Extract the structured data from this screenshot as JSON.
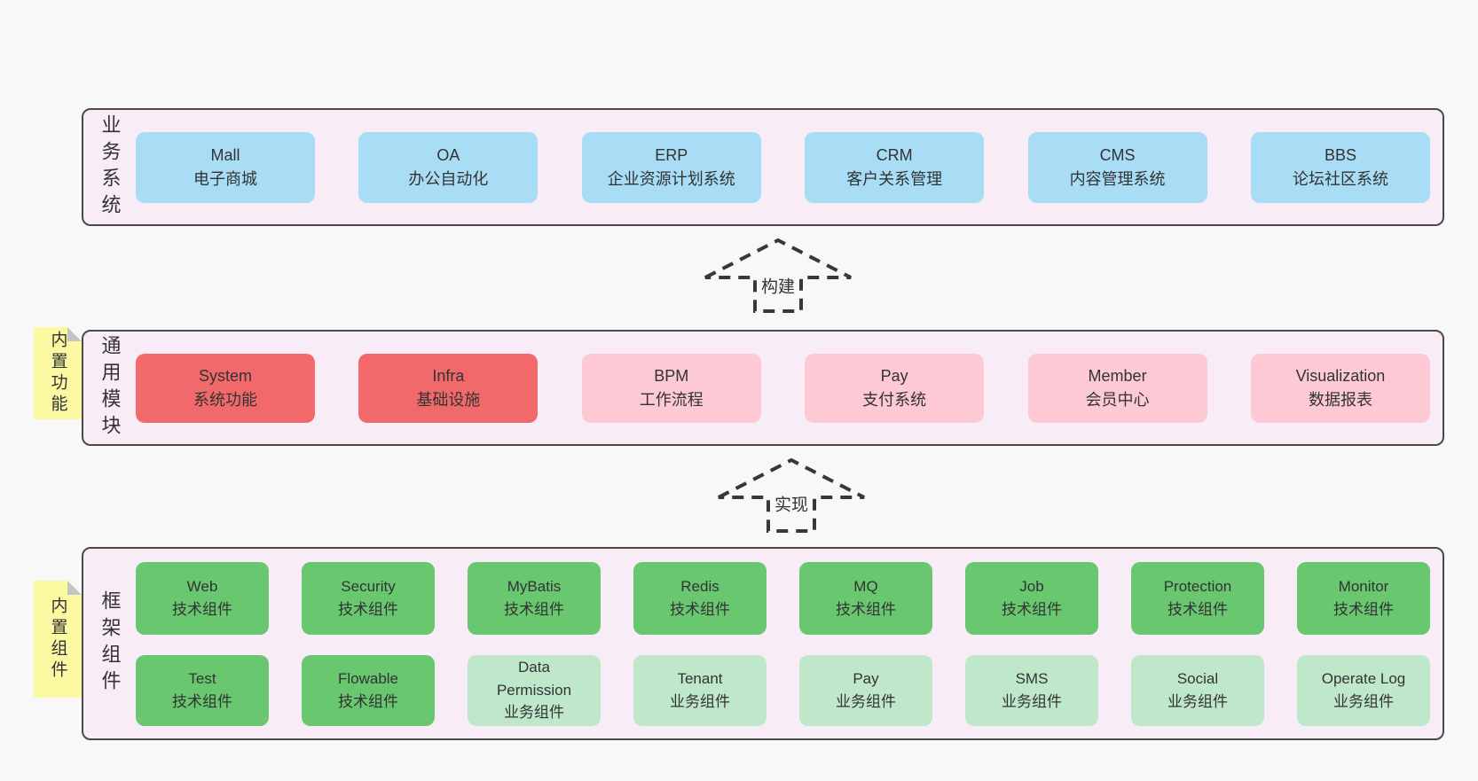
{
  "colors": {
    "page_bg": "#f8f8f8",
    "band_bg": "#f8edf6",
    "band_border": "#4a4a4a",
    "blue": "#a9dcf5",
    "red": "#f2696b",
    "pink": "#fcc9d4",
    "green_dark": "#68c76f",
    "green_light": "#bfe8ca",
    "sticky_yellow": "#fbf9a2",
    "fold_gray": "#c4c4c4",
    "text": "#333333",
    "arrow_dash": "#383838"
  },
  "band1": {
    "label": "业务系统",
    "boxes": [
      {
        "title": "Mall",
        "subtitle": "电子商城"
      },
      {
        "title": "OA",
        "subtitle": "办公自动化"
      },
      {
        "title": "ERP",
        "subtitle": "企业资源计划系统"
      },
      {
        "title": "CRM",
        "subtitle": "客户关系管理"
      },
      {
        "title": "CMS",
        "subtitle": "内容管理系统"
      },
      {
        "title": "BBS",
        "subtitle": "论坛社区系统"
      }
    ]
  },
  "arrow1": {
    "label": "构建"
  },
  "band2": {
    "label": "通用模块",
    "sticky": "内置功能",
    "boxes": [
      {
        "title": "System",
        "subtitle": "系统功能",
        "variant": "red"
      },
      {
        "title": "Infra",
        "subtitle": "基础设施",
        "variant": "red"
      },
      {
        "title": "BPM",
        "subtitle": "工作流程",
        "variant": "pink"
      },
      {
        "title": "Pay",
        "subtitle": "支付系统",
        "variant": "pink"
      },
      {
        "title": "Member",
        "subtitle": "会员中心",
        "variant": "pink"
      },
      {
        "title": "Visualization",
        "subtitle": "数据报表",
        "variant": "pink"
      }
    ]
  },
  "arrow2": {
    "label": "实现"
  },
  "band3": {
    "label": "框架组件",
    "sticky": "内置组件",
    "row1": [
      {
        "title": "Web",
        "subtitle": "技术组件",
        "variant": "dark"
      },
      {
        "title": "Security",
        "subtitle": "技术组件",
        "variant": "dark"
      },
      {
        "title": "MyBatis",
        "subtitle": "技术组件",
        "variant": "dark"
      },
      {
        "title": "Redis",
        "subtitle": "技术组件",
        "variant": "dark"
      },
      {
        "title": "MQ",
        "subtitle": "技术组件",
        "variant": "dark"
      },
      {
        "title": "Job",
        "subtitle": "技术组件",
        "variant": "dark"
      },
      {
        "title": "Protection",
        "subtitle": "技术组件",
        "variant": "dark"
      },
      {
        "title": "Monitor",
        "subtitle": "技术组件",
        "variant": "dark"
      }
    ],
    "row2": [
      {
        "title": "Test",
        "subtitle": "技术组件",
        "variant": "dark"
      },
      {
        "title": "Flowable",
        "subtitle": "技术组件",
        "variant": "dark"
      },
      {
        "title": "Data Permission",
        "subtitle": "业务组件",
        "variant": "light"
      },
      {
        "title": "Tenant",
        "subtitle": "业务组件",
        "variant": "light"
      },
      {
        "title": "Pay",
        "subtitle": "业务组件",
        "variant": "light"
      },
      {
        "title": "SMS",
        "subtitle": "业务组件",
        "variant": "light"
      },
      {
        "title": "Social",
        "subtitle": "业务组件",
        "variant": "light"
      },
      {
        "title": "Operate Log",
        "subtitle": "业务组件",
        "variant": "light"
      }
    ]
  }
}
